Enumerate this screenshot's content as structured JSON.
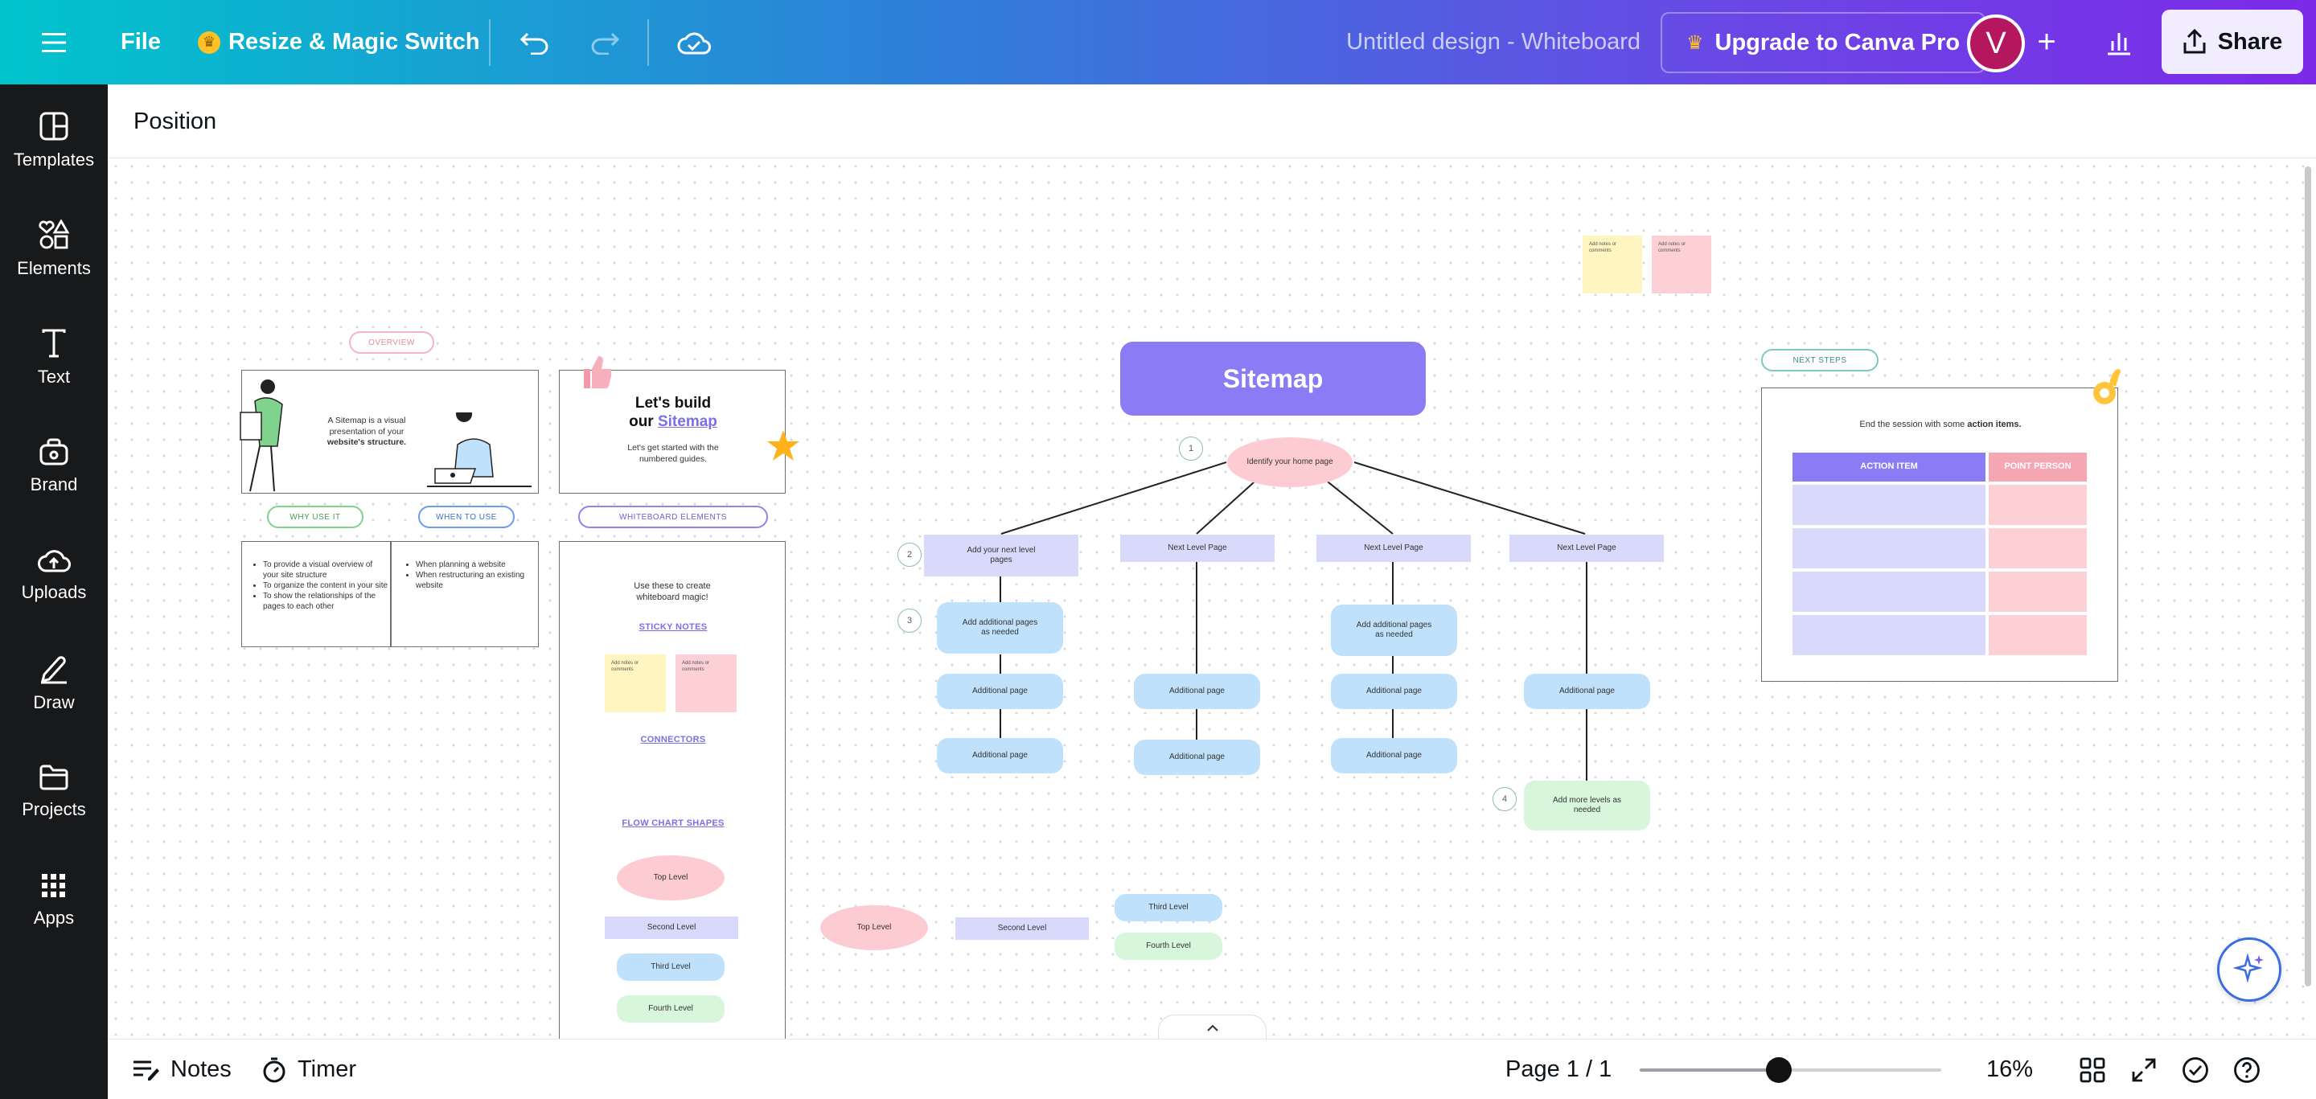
{
  "topbar": {
    "menu_icon": "hamburger-icon",
    "file_label": "File",
    "resize_label": "Resize & Magic Switch",
    "doc_title": "Untitled design - Whiteboard",
    "upgrade_label": "Upgrade to Canva Pro",
    "avatar_initial": "V",
    "share_label": "Share",
    "brand_gradient": [
      "#00c4cc",
      "#7c2ae8"
    ]
  },
  "sidebar": {
    "items": [
      {
        "label": "Templates",
        "icon": "templates-icon"
      },
      {
        "label": "Elements",
        "icon": "elements-icon"
      },
      {
        "label": "Text",
        "icon": "text-icon"
      },
      {
        "label": "Brand",
        "icon": "brand-icon"
      },
      {
        "label": "Uploads",
        "icon": "uploads-icon"
      },
      {
        "label": "Draw",
        "icon": "draw-icon"
      },
      {
        "label": "Projects",
        "icon": "projects-icon"
      },
      {
        "label": "Apps",
        "icon": "apps-icon"
      }
    ]
  },
  "toolbar": {
    "position_label": "Position"
  },
  "board": {
    "overview_tag": "OVERVIEW",
    "overview_text_1": "A Sitemap is a visual presentation of your",
    "overview_text_bold": "website's structure.",
    "build_title_1": "Let's build",
    "build_title_2": "our",
    "build_title_link": "Sitemap",
    "build_sub": "Let's get started with the numbered guides.",
    "why_tag": "WHY USE IT",
    "when_tag": "WHEN TO USE",
    "elements_tag": "WHITEBOARD ELEMENTS",
    "why_items": [
      "To provide a visual overview of your site structure",
      "To organize the content in your site",
      "To show the relationships of the pages to each other"
    ],
    "when_items": [
      "When planning a website",
      "When restructuring an existing website"
    ],
    "elements_intro": "Use these to create whiteboard magic!",
    "sticky_notes_link": "STICKY NOTES",
    "sticky_text": "Add notes or comments",
    "connectors_link": "CONNECTORS",
    "flow_link": "FLOW CHART SHAPES",
    "legend_levels": [
      "Top Level",
      "Second Level",
      "Third Level",
      "Fourth Level"
    ],
    "sitemap_title": "Sitemap",
    "home_node": "Identify your home page",
    "level2_first": "Add your next level pages",
    "level2_next": "Next Level Page",
    "add_additional": "Add additional pages as needed",
    "additional_page": "Additional page",
    "add_more_levels": "Add more levels as needed",
    "steps": [
      "1",
      "2",
      "3",
      "4"
    ],
    "next_steps_tag": "NEXT STEPS",
    "next_steps_text": "End the session with some",
    "next_steps_bold": "action items.",
    "action_header": "ACTION ITEM",
    "person_header": "POINT PERSON",
    "colors": {
      "sitemap_purple": "#8b7cf6",
      "third_blue": "#bfe1fb",
      "second_lavender": "#d9d9fb",
      "fourth_green": "#d7f6dc",
      "top_pink": "#fdccd3",
      "sticky_yellow": "#fff5c0",
      "sticky_pink": "#fdd0d6"
    }
  },
  "bottombar": {
    "notes_label": "Notes",
    "timer_label": "Timer",
    "page_indicator": "Page 1 / 1",
    "zoom_value": "16%",
    "zoom_fraction": 0.46
  }
}
